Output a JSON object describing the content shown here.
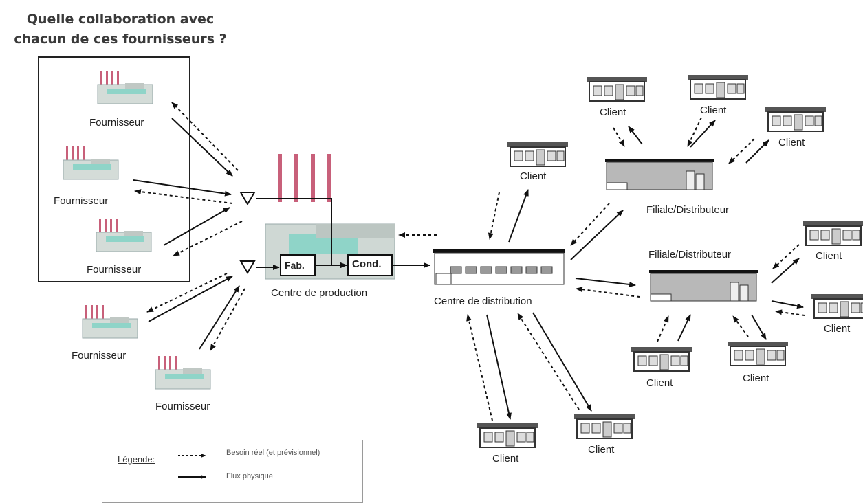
{
  "title": "Quelle collaboration avec chacun de ces fournisseurs ?",
  "labels": {
    "fournisseur": "Fournisseur",
    "client": "Client",
    "filiale": "Filiale/Distributeur",
    "centre_production": "Centre de production",
    "centre_distribution": "Centre de distribution",
    "fab": "Fab.",
    "cond": "Cond."
  },
  "legend": {
    "title": "Légende:",
    "besoin": "Besoin réel (et prévisionnel)",
    "flux": "Flux physique"
  },
  "colors": {
    "line": "#111111",
    "building_gray": "#b8b8b8",
    "factory_chimney": "#c8607a",
    "factory_glass": "#7fd3c8"
  }
}
